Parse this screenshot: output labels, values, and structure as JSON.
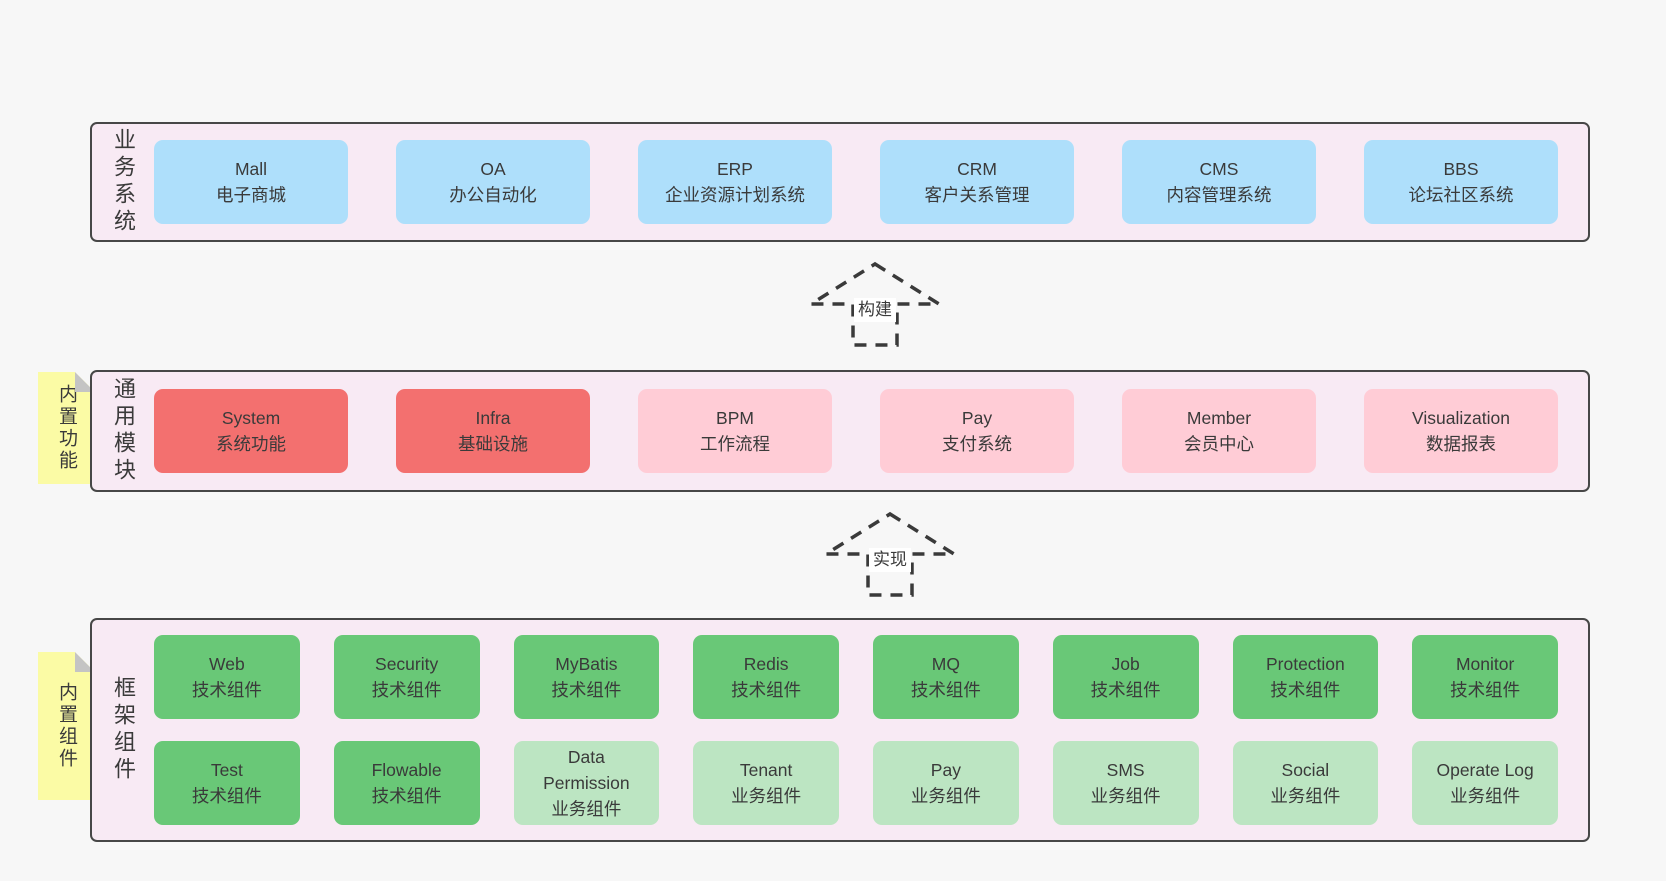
{
  "colors": {
    "page_bg": "#f7f7f7",
    "band_bg": "#f8eaf4",
    "band_border": "#474747",
    "blue": "#aedffb",
    "red": "#f3706f",
    "pink": "#ffccd6",
    "green": "#69c877",
    "light_green": "#bce5c2",
    "note_yellow": "#fbfba5",
    "note_fold": "#c4c4c4",
    "text": "#3a3a3a"
  },
  "arrows": [
    {
      "label": "构建"
    },
    {
      "label": "实现"
    }
  ],
  "notes": [
    {
      "label": "内置功能"
    },
    {
      "label": "内置组件"
    }
  ],
  "layers": [
    {
      "label": "业务系统",
      "boxes": [
        {
          "title": "Mall",
          "subtitle": "电子商城",
          "variant": "blue"
        },
        {
          "title": "OA",
          "subtitle": "办公自动化",
          "variant": "blue"
        },
        {
          "title": "ERP",
          "subtitle": "企业资源计划系统",
          "variant": "blue"
        },
        {
          "title": "CRM",
          "subtitle": "客户关系管理",
          "variant": "blue"
        },
        {
          "title": "CMS",
          "subtitle": "内容管理系统",
          "variant": "blue"
        },
        {
          "title": "BBS",
          "subtitle": "论坛社区系统",
          "variant": "blue"
        }
      ]
    },
    {
      "label": "通用模块",
      "boxes": [
        {
          "title": "System",
          "subtitle": "系统功能",
          "variant": "red"
        },
        {
          "title": "Infra",
          "subtitle": "基础设施",
          "variant": "red"
        },
        {
          "title": "BPM",
          "subtitle": "工作流程",
          "variant": "pink"
        },
        {
          "title": "Pay",
          "subtitle": "支付系统",
          "variant": "pink"
        },
        {
          "title": "Member",
          "subtitle": "会员中心",
          "variant": "pink"
        },
        {
          "title": "Visualization",
          "subtitle": "数据报表",
          "variant": "pink"
        }
      ]
    },
    {
      "label": "框架组件",
      "rows": [
        [
          {
            "title": "Web",
            "subtitle": "技术组件",
            "variant": "green"
          },
          {
            "title": "Security",
            "subtitle": "技术组件",
            "variant": "green"
          },
          {
            "title": "MyBatis",
            "subtitle": "技术组件",
            "variant": "green"
          },
          {
            "title": "Redis",
            "subtitle": "技术组件",
            "variant": "green"
          },
          {
            "title": "MQ",
            "subtitle": "技术组件",
            "variant": "green"
          },
          {
            "title": "Job",
            "subtitle": "技术组件",
            "variant": "green"
          },
          {
            "title": "Protection",
            "subtitle": "技术组件",
            "variant": "green"
          },
          {
            "title": "Monitor",
            "subtitle": "技术组件",
            "variant": "green"
          }
        ],
        [
          {
            "title": "Test",
            "subtitle": "技术组件",
            "variant": "green"
          },
          {
            "title": "Flowable",
            "subtitle": "技术组件",
            "variant": "green"
          },
          {
            "title": "Data Permission",
            "subtitle": "业务组件",
            "variant": "light-green"
          },
          {
            "title": "Tenant",
            "subtitle": "业务组件",
            "variant": "light-green"
          },
          {
            "title": "Pay",
            "subtitle": "业务组件",
            "variant": "light-green"
          },
          {
            "title": "SMS",
            "subtitle": "业务组件",
            "variant": "light-green"
          },
          {
            "title": "Social",
            "subtitle": "业务组件",
            "variant": "light-green"
          },
          {
            "title": "Operate Log",
            "subtitle": "业务组件",
            "variant": "light-green"
          }
        ]
      ]
    }
  ]
}
